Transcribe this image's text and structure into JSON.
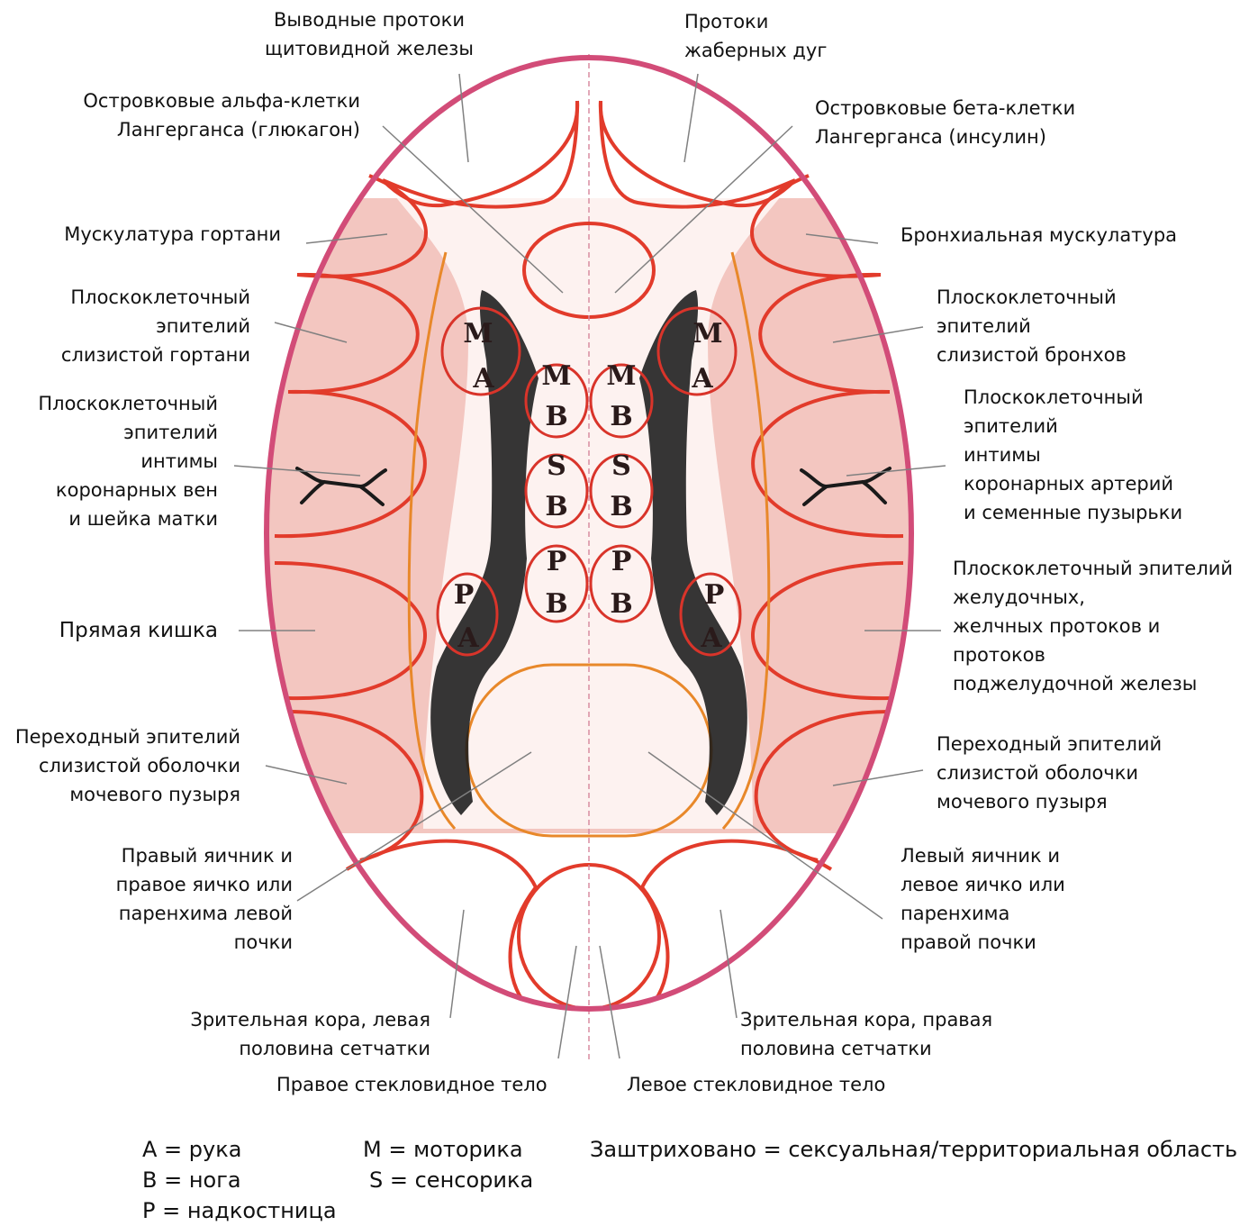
{
  "colors": {
    "outer_ring": "#d24c78",
    "organ_line": "#e23b2b",
    "endoderm_line": "#e8882a",
    "flesh_fill": "#f3c6c0",
    "hatch": "#1a1a1a",
    "leader": "#808080"
  },
  "labels": {
    "thyroid_ducts": "Выводные протоки\nщитовидной железы",
    "branchial_ducts": "Протоки\nжаберных дуг",
    "alpha_cells": "Островковые альфа-клетки\nЛангерганса (глюкагон)",
    "beta_cells": "Островковые бета-клетки\nЛангерганса (инсулин)",
    "larynx_muscles": "Мускулатура гортани",
    "bronchial_muscles": "Бронхиальная мускулатура",
    "larynx_mucosa": "Плоскоклеточный\nэпителий\nслизистой гортани",
    "bronchial_mucosa": "Плоскоклеточный\nэпителий\nслизистой бронхов",
    "coronary_veins": "Плоскоклеточный\nэпителий\nинтимы\nкоронарных вен\nи шейка матки",
    "coronary_arteries": "Плоскоклеточный\nэпителий\nинтимы\nкоронарных артерий\nи семенные пузырьки",
    "rectum": "Прямая кишка",
    "gastric_ducts": "Плоскоклеточный эпителий\nжелудочных,\nжелчных протоков и\nпротоков\nподжелудочной железы",
    "bladder_left": "Переходный эпителий\nслизистой оболочки\nмочевого пузыря",
    "bladder_right": "Переходный эпителий\nслизистой оболочки\nмочевого пузыря",
    "right_ovary": "Правый яичник и\nправое яичко или\nпаренхима левой\nпочки",
    "left_ovary": "Левый яичник и\nлевое яичко или\nпаренхима\nправой почки",
    "visual_left_retina": "Зрительная кора, левая\nполовина сетчатки",
    "visual_right_retina": "Зрительная кора, правая\nполовина сетчатки",
    "right_vitreous": "Правое стекловидное тело",
    "left_vitreous": "Левое стекловидное тело"
  },
  "cell_letters": {
    "left_MA": [
      "M",
      "A"
    ],
    "left_MB": [
      "M",
      "B"
    ],
    "left_SB": [
      "S",
      "B"
    ],
    "left_PB": [
      "P",
      "B"
    ],
    "left_PA": [
      "P",
      "A"
    ],
    "right_MA": [
      "M",
      "A"
    ],
    "right_MB": [
      "M",
      "B"
    ],
    "right_SB": [
      "S",
      "B"
    ],
    "right_PB": [
      "P",
      "B"
    ],
    "right_PA": [
      "P",
      "A"
    ]
  },
  "legend": {
    "a": "A = рука",
    "b": "B = нога",
    "p": "P = надкостница",
    "m": "M = моторика",
    "s": "S = сенсорика",
    "hatched": "Заштриховано = сексуальная/территориальная область"
  }
}
